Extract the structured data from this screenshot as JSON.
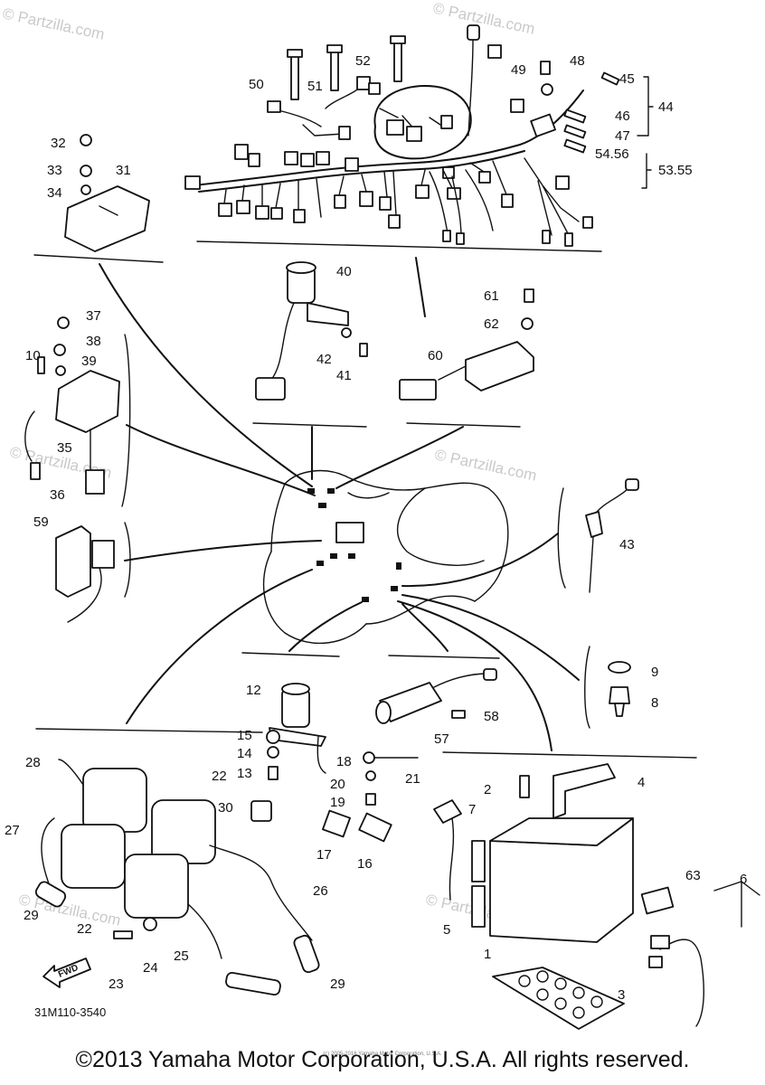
{
  "watermark": "© Partzilla.com",
  "diagram_code": "31M110-3540",
  "copyright": "©2013 Yamaha Motor Corporation, U.S.A. All rights reserved.",
  "fine_print": "(c) 2005-2016 Yamaha Motor Corporation, U.S.A.",
  "arrow_text": "FWD",
  "labels": {
    "l1": "1",
    "l2": "2",
    "l3": "3",
    "l4": "4",
    "l5": "5",
    "l6": "6",
    "l7": "7",
    "l8": "8",
    "l9": "9",
    "l10": "10",
    "l12": "12",
    "l13": "13",
    "l14": "14",
    "l15": "15",
    "l16": "16",
    "l17": "17",
    "l18": "18",
    "l19": "19",
    "l20": "20",
    "l21": "21",
    "l22a": "22",
    "l22b": "22",
    "l23": "23",
    "l24": "24",
    "l25": "25",
    "l26": "26",
    "l27": "27",
    "l28": "28",
    "l29a": "29",
    "l29b": "29",
    "l30": "30",
    "l31": "31",
    "l32": "32",
    "l33": "33",
    "l34": "34",
    "l35": "35",
    "l36": "36",
    "l37": "37",
    "l38": "38",
    "l39": "39",
    "l40": "40",
    "l41": "41",
    "l42": "42",
    "l43": "43",
    "l44": "44",
    "l45": "45",
    "l46": "46",
    "l47": "47",
    "l48": "48",
    "l49": "49",
    "l50": "50",
    "l51": "51",
    "l52": "52",
    "l5456": "54.56",
    "l5355": "53.55",
    "l57": "57",
    "l58": "58",
    "l59": "59",
    "l60": "60",
    "l61": "61",
    "l62": "62",
    "l63": "63"
  }
}
